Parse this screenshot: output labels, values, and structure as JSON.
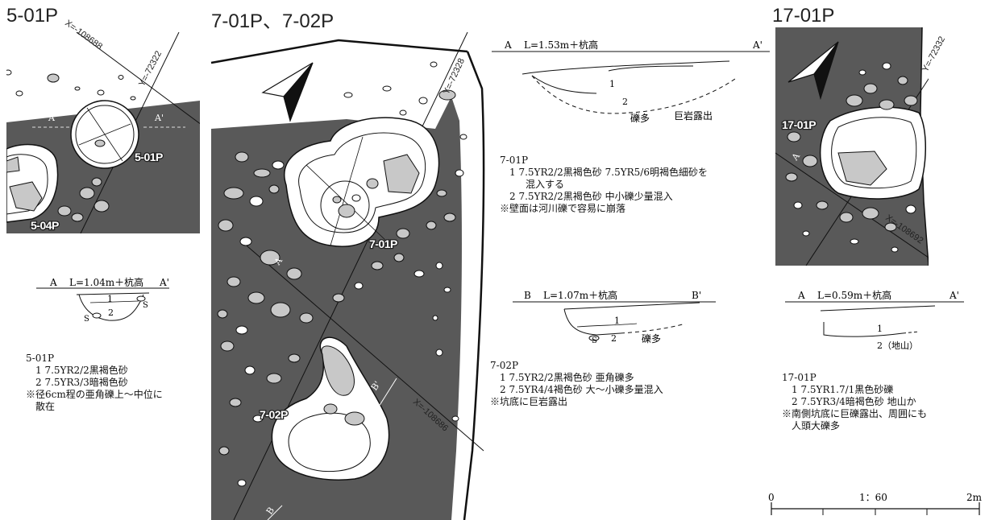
{
  "sections": [
    {
      "title": "5-01P"
    },
    {
      "title": "7-01P、7-02P"
    },
    {
      "title": "17-01P"
    }
  ],
  "map_labels": {
    "p501": "5-01P",
    "p504": "5-04P",
    "p701": "7-01P",
    "p702": "7-02P",
    "p1701": "17-01P",
    "grid_x_108688": "X=-108688",
    "grid_y_72322": "Y=-72322",
    "grid_y_72328": "Y=-72328",
    "grid_x_108686": "X=-108686",
    "grid_y_72332": "Y=-72332",
    "grid_x_108692": "X=-108692",
    "a": "A",
    "a_prime": "A'",
    "b": "B",
    "b_prime": "B'"
  },
  "sections_profiles": {
    "p501": {
      "label_a": "A",
      "level": "L=1.04m＋杭高",
      "label_a2": "A'",
      "layer1": "1",
      "layer2": "2",
      "s1": "S",
      "s2": "S"
    },
    "p701_a": {
      "label_a": "A",
      "level": "L=1.53m＋杭高",
      "label_a2": "A'",
      "layer1": "1",
      "layer2": "2",
      "note": "礫多",
      "note2": "巨岩露出"
    },
    "p701_b": {
      "label_b": "B",
      "level": "L=1.07m＋杭高",
      "label_b2": "B'",
      "layer1": "1",
      "layer2": "2",
      "s": "S",
      "note": "礫多"
    },
    "p1701": {
      "label_a": "A",
      "level": "L=0.59m＋杭高",
      "label_a2": "A'",
      "layer1": "1",
      "layer2": "2（地山）"
    }
  },
  "descriptions": {
    "p501": [
      "5-01P",
      "1 7.5YR2/2黒褐色砂",
      "2 7.5YR3/3暗褐色砂",
      "※径6cm程の亜角礫上～中位に",
      "散在"
    ],
    "p701": [
      "7-01P",
      "1 7.5YR2/2黒褐色砂 7.5YR5/6明褐色細砂を",
      "混入する",
      "2 7.5YR2/2黒褐色砂 中小礫少量混入",
      "※壁面は河川礫で容易に崩落"
    ],
    "p702": [
      "7-02P",
      "1 7.5YR2/2黒褐色砂 亜角礫多",
      "2 7.5YR4/4褐色砂 大～小礫多量混入",
      "※坑底に巨岩露出"
    ],
    "p1701": [
      "17-01P",
      "1 7.5YR1.7/1黒色砂礫",
      "2 7.5YR3/4暗褐色砂 地山か",
      "※南側坑底に巨礫露出、周囲にも",
      "人頭大礫多"
    ]
  },
  "scale": {
    "zero": "0",
    "ratio": "1：60",
    "end": "2m"
  },
  "colors": {
    "ground": "#595959",
    "pit": "#ffffff",
    "stone": "#c8c8c8",
    "line": "#111111"
  }
}
